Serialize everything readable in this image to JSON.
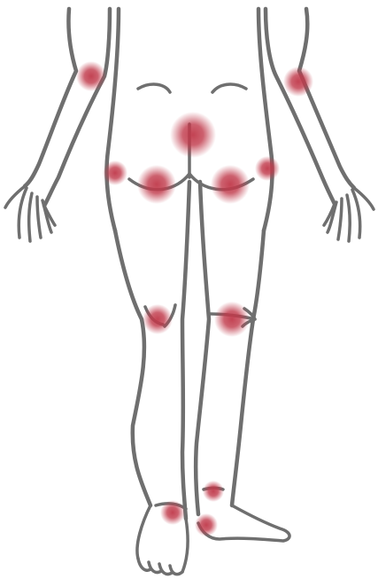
{
  "figure": {
    "outline_color": "#6f6f6f",
    "background_color": "#ffffff",
    "marker_color": "#c0394a",
    "view": "posterior",
    "pain_points": [
      {
        "id": "left-elbow",
        "icon": "pain-marker"
      },
      {
        "id": "right-elbow",
        "icon": "pain-marker"
      },
      {
        "id": "sacrum",
        "icon": "pain-marker"
      },
      {
        "id": "left-hip-lateral",
        "icon": "pain-marker"
      },
      {
        "id": "right-hip-lateral",
        "icon": "pain-marker"
      },
      {
        "id": "left-buttock",
        "icon": "pain-marker"
      },
      {
        "id": "right-buttock",
        "icon": "pain-marker"
      },
      {
        "id": "left-knee",
        "icon": "pain-marker"
      },
      {
        "id": "right-knee",
        "icon": "pain-marker"
      },
      {
        "id": "left-ankle",
        "icon": "pain-marker"
      },
      {
        "id": "right-achilles",
        "icon": "pain-marker"
      },
      {
        "id": "right-heel",
        "icon": "pain-marker"
      }
    ]
  }
}
